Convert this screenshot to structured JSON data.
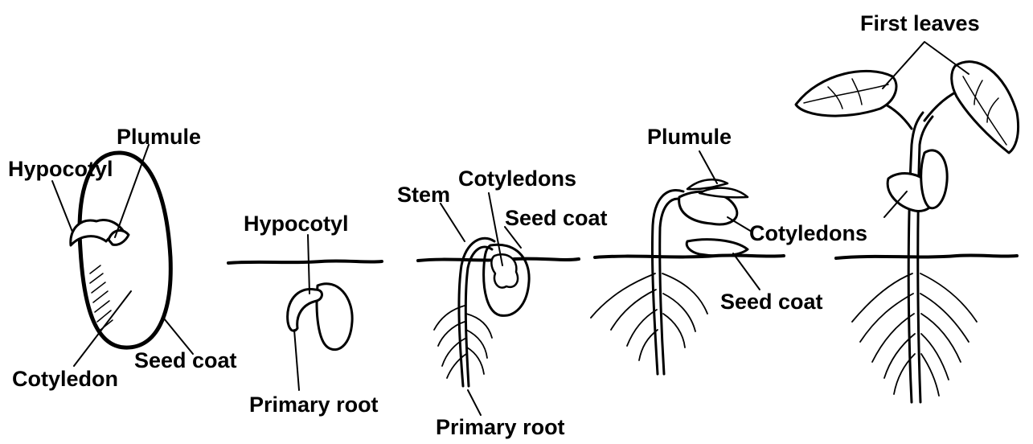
{
  "stage1": {
    "plumule": "Plumule",
    "hypocotyl": "Hypocotyl",
    "cotyledon": "Cotyledon",
    "seed_coat": "Seed coat"
  },
  "stage2": {
    "hypocotyl": "Hypocotyl",
    "primary_root": "Primary root"
  },
  "stage3": {
    "stem": "Stem",
    "cotyledons": "Cotyledons",
    "seed_coat": "Seed coat",
    "primary_root": "Primary root"
  },
  "stage4": {
    "plumule": "Plumule",
    "cotyledons": "Cotyledons",
    "seed_coat": "Seed coat"
  },
  "stage5": {
    "first_leaves": "First leaves"
  }
}
